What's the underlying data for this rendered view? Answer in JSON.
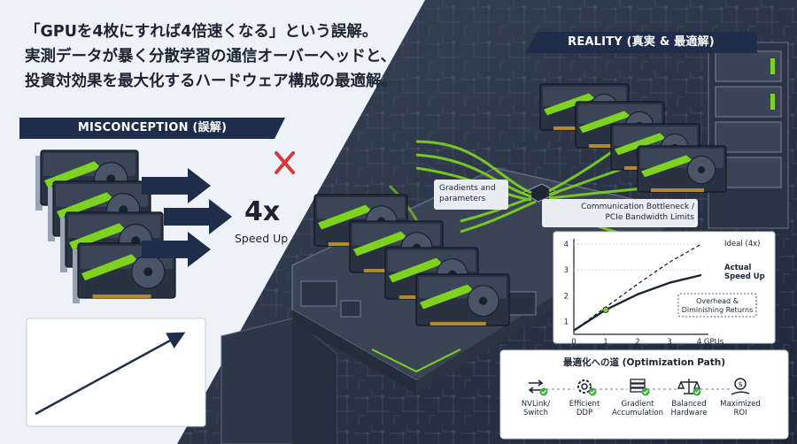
{
  "headline": {
    "line1": "「GPUを4枚にすれば4倍速くなる」という誤解。",
    "line2": "実測データが暴く分散学習の通信オーバーヘッドと、",
    "line3": "投資対効果を最大化するハードウェア構成の最適解。"
  },
  "misconception": {
    "banner": "MISCONCEPTION (誤解)",
    "speedup_value": "4x",
    "speedup_label": "Speed Up",
    "cross_icon": "cross-mark-icon"
  },
  "reality": {
    "banner": "REALITY (真実 & 最適解)",
    "gradients_label": "Gradients and\nparameters",
    "bottleneck_label": "Communication Bottleneck /\nPCIe Bandwidth Limits"
  },
  "chart_data": {
    "type": "line",
    "xlabel": "",
    "ylabel": "",
    "x_ticks": [
      "0",
      "1",
      "2",
      "3",
      "4 GPUs"
    ],
    "y_ticks": [
      "1",
      "2",
      "3",
      "4"
    ],
    "xlim": [
      0,
      4
    ],
    "ylim": [
      0.5,
      4
    ],
    "series": [
      {
        "name": "Ideal (4x)",
        "style": "dashed",
        "x": [
          0,
          1,
          2,
          3,
          4
        ],
        "y": [
          0.65,
          1.55,
          2.45,
          3.3,
          4.0
        ]
      },
      {
        "name": "Actual Speed Up",
        "style": "solid",
        "x": [
          0,
          1,
          2,
          3,
          4
        ],
        "y": [
          0.65,
          1.45,
          2.05,
          2.5,
          2.8
        ]
      }
    ],
    "highlight_point": {
      "x": 1,
      "y": 1.45
    },
    "annotation": "Overhead &\nDiminishing Returns"
  },
  "optimization": {
    "title": "最適化への道 (Optimization Path)",
    "steps": [
      {
        "label": "NVLink/\nSwitch",
        "icon": "link-arrows-icon"
      },
      {
        "label": "Efficient\nDDP",
        "icon": "gear-icon"
      },
      {
        "label": "Gradient\nAccumulation",
        "icon": "stack-icon"
      },
      {
        "label": "Balanced\nHardware",
        "icon": "balance-scale-icon"
      },
      {
        "label": "Maximized\nROI",
        "icon": "money-hand-icon"
      }
    ]
  },
  "colors": {
    "navy": "#1e2d4a",
    "gpu_green": "#7ed321",
    "accent_red": "#d23a3a",
    "check_green": "#3fae3f",
    "bg_dark": "#2a3446"
  }
}
